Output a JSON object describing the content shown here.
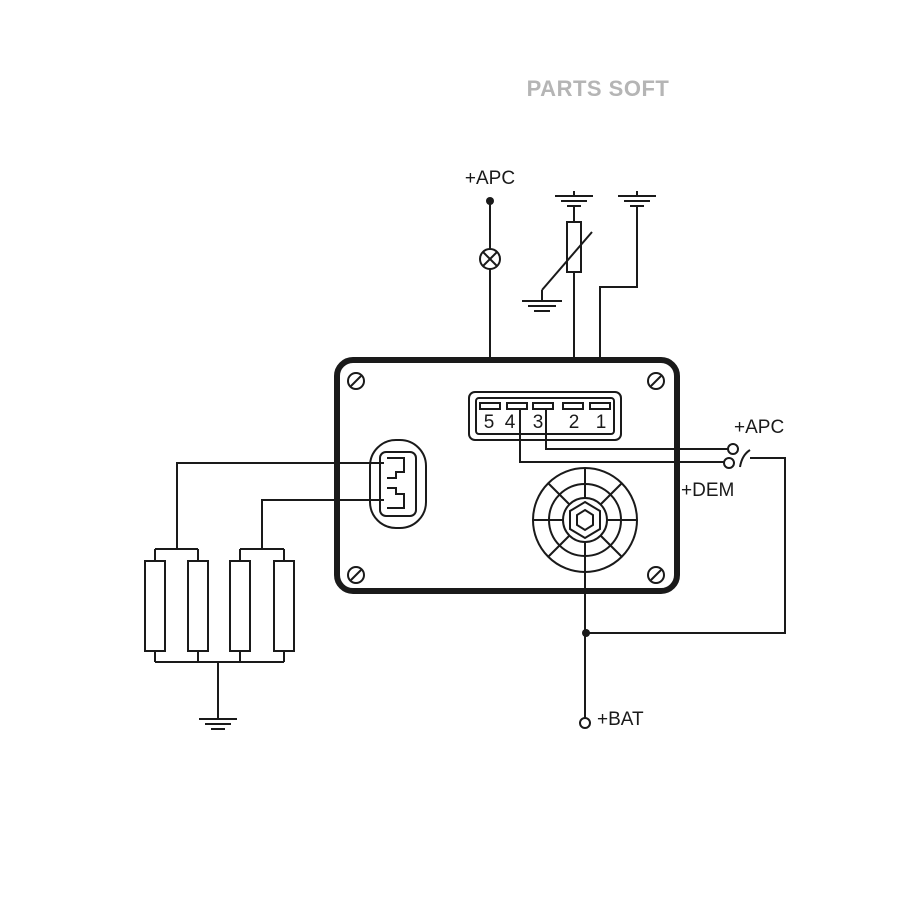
{
  "watermark": "PARTS SOFT",
  "labels": {
    "apc_top": "+APC",
    "apc_right": "+APC",
    "dem": "+DEM",
    "bat": "+BAT"
  },
  "connector_pins": [
    "5",
    "4",
    "3",
    "2",
    "1"
  ],
  "colors": {
    "line": "#1a1a1a",
    "watermark": "#b5b5b5",
    "background": "#ffffff"
  }
}
